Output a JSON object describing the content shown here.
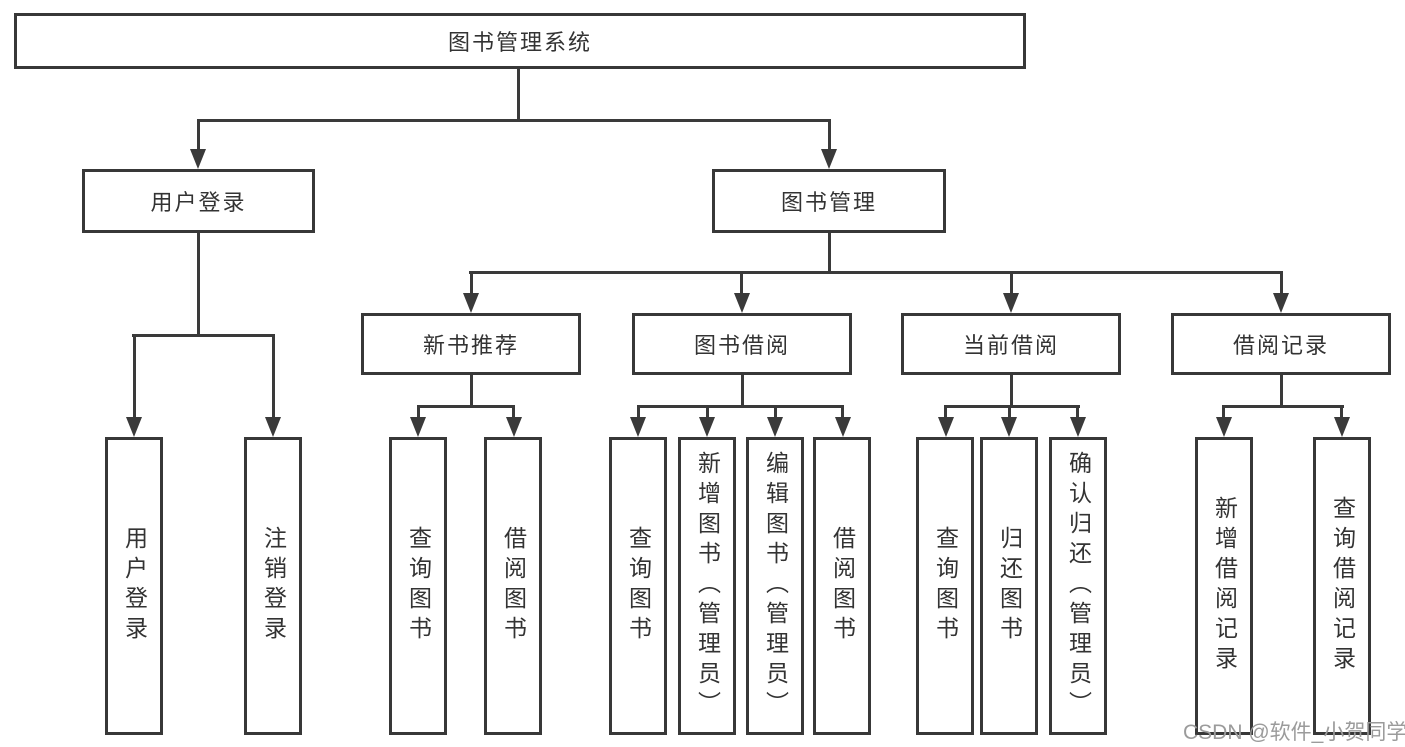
{
  "tree": {
    "root": "图书管理系统",
    "level2": [
      "用户登录",
      "图书管理"
    ],
    "level3": [
      "新书推荐",
      "图书借阅",
      "当前借阅",
      "借阅记录"
    ],
    "leaves": [
      "用户登录",
      "注销登录",
      "查询图书",
      "借阅图书",
      "查询图书",
      "新增图书（管理员）",
      "编辑图书（管理员）",
      "借阅图书",
      "查询图书",
      "归还图书",
      "确认归还（管理员）",
      "新增借阅记录",
      "查询借阅记录"
    ],
    "watermark": "CSDN @软件_小贺同学"
  },
  "colors": {
    "line": "#3a3a3a",
    "box_border": "#383838",
    "text": "#333333",
    "watermark": "#9b9b9b",
    "background": "#ffffff"
  }
}
